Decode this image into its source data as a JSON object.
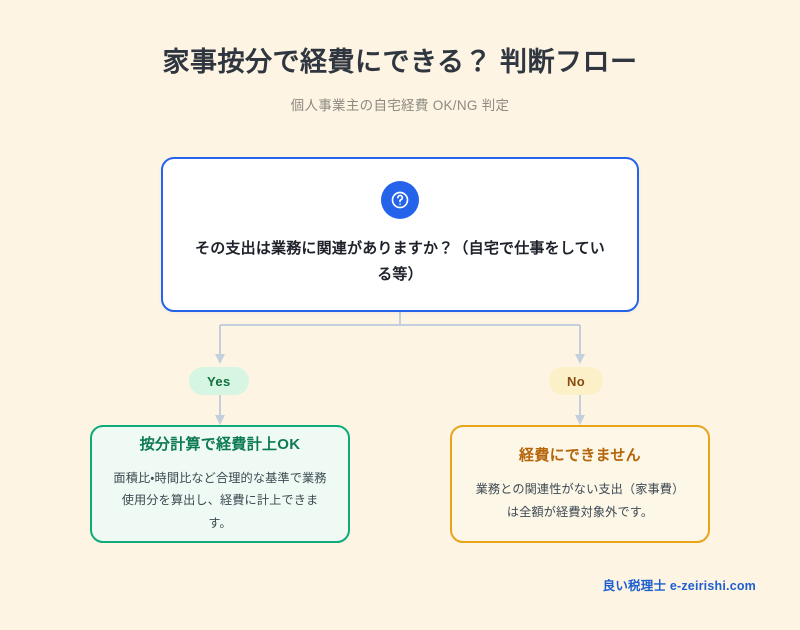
{
  "header": {
    "title": "家事按分で経費にできる？ 判断フロー",
    "subtitle": "個人事業主の自宅経費 OK/NG 判定"
  },
  "question": {
    "icon": "help-circle-icon",
    "text": "その支出は業務に関連がありますか？（自宅で仕事をしている等）"
  },
  "branches": [
    {
      "label": "Yes",
      "bg": "#d6f5e3",
      "color": "#14703f"
    },
    {
      "label": "No",
      "bg": "#fcf0c8",
      "color": "#8a4b12"
    }
  ],
  "results": [
    {
      "title": "按分計算で経費計上OK",
      "body": "面積比・時間比など合理的な基準で業務使用分を算出し、経費に計上できます。",
      "border": "#0eaa78",
      "bg": "#eefaf3"
    },
    {
      "title": "経費にできません",
      "body": "業務との関連性がない支出（家事費）は全額が経費対象外です。",
      "border": "#e8a319",
      "bg": "#fdf7e8"
    }
  ],
  "footer": {
    "text": "良い税理士 e-zeirishi.com"
  },
  "theme": {
    "background": "#fdf4e3",
    "accent": "#2563eb",
    "connector": "#c3cfdc"
  }
}
